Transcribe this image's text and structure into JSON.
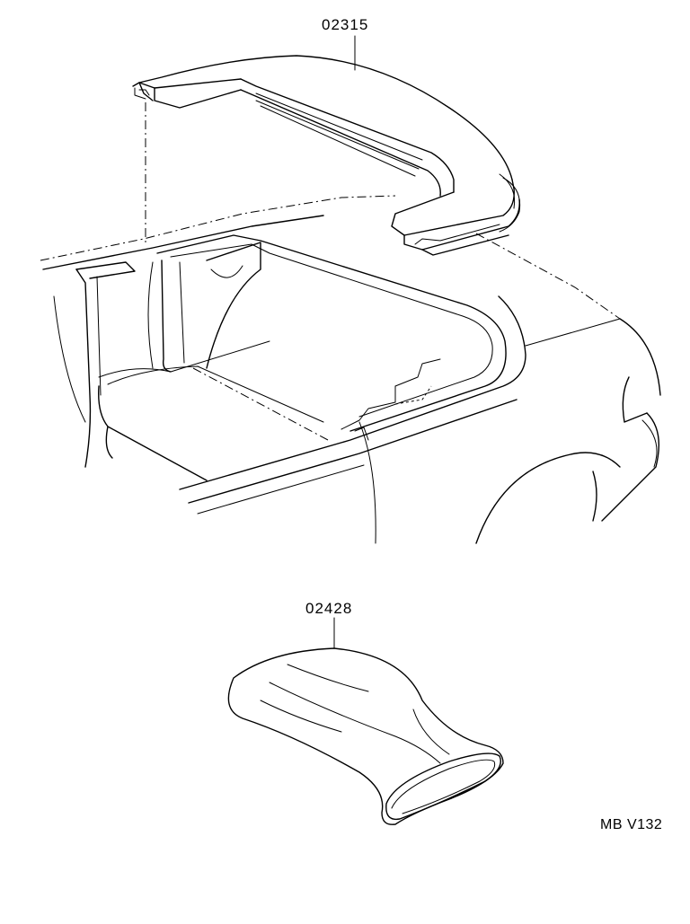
{
  "diagram": {
    "parts": [
      {
        "id": "02315"
      },
      {
        "id": "02428"
      }
    ],
    "code": "MB V132"
  }
}
